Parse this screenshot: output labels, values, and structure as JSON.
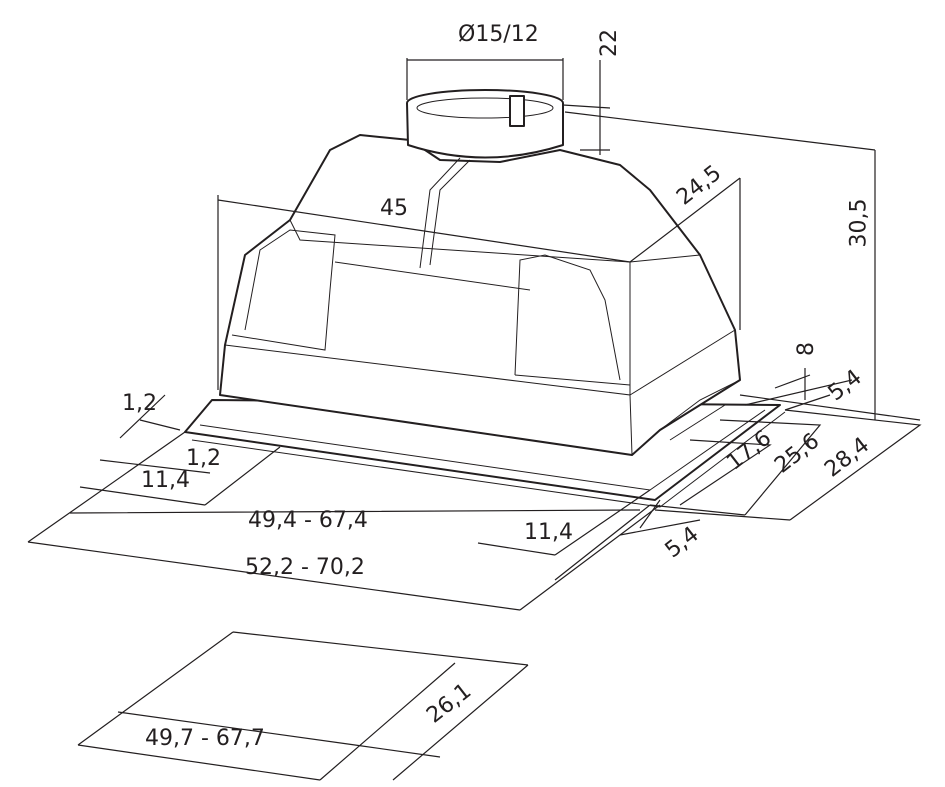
{
  "title": "Built-in cooker hood dimension drawing",
  "colors": {
    "line": "#231f20",
    "background": "#ffffff"
  },
  "dimensions": {
    "duct_diameter": "Ø15/12",
    "duct_height": "22",
    "total_height": "30,5",
    "body_depth": "24,5",
    "body_width": "45",
    "plate_height": "8",
    "rear_offset": "5,4",
    "depth_inner": "17,6",
    "depth_mid": "25,6",
    "depth_total": "28,4",
    "front_offset": "5,4",
    "side_gap_1": "1,2",
    "side_gap_2": "1,2",
    "side_left": "11,4",
    "side_right": "11,4",
    "width_inner": "49,4 - 67,4",
    "width_total": "52,2 - 70,2",
    "cutout_depth": "26,1",
    "cutout_width": "49,7 - 67,7"
  }
}
